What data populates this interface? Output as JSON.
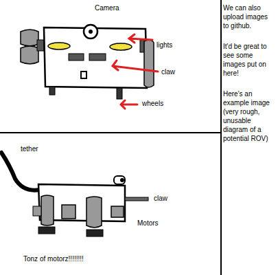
{
  "diagram": {
    "labels": [
      "Camera",
      "lights",
      "claw",
      "wheels",
      "We can also upload images to github.",
      "It'd be great to see some images put on here!",
      "Here's an example image (very rough, unusable diagram of a potential ROV)",
      "tether",
      "claw",
      "Motors",
      "Tonz of motorz!!!!!!!!"
    ]
  }
}
